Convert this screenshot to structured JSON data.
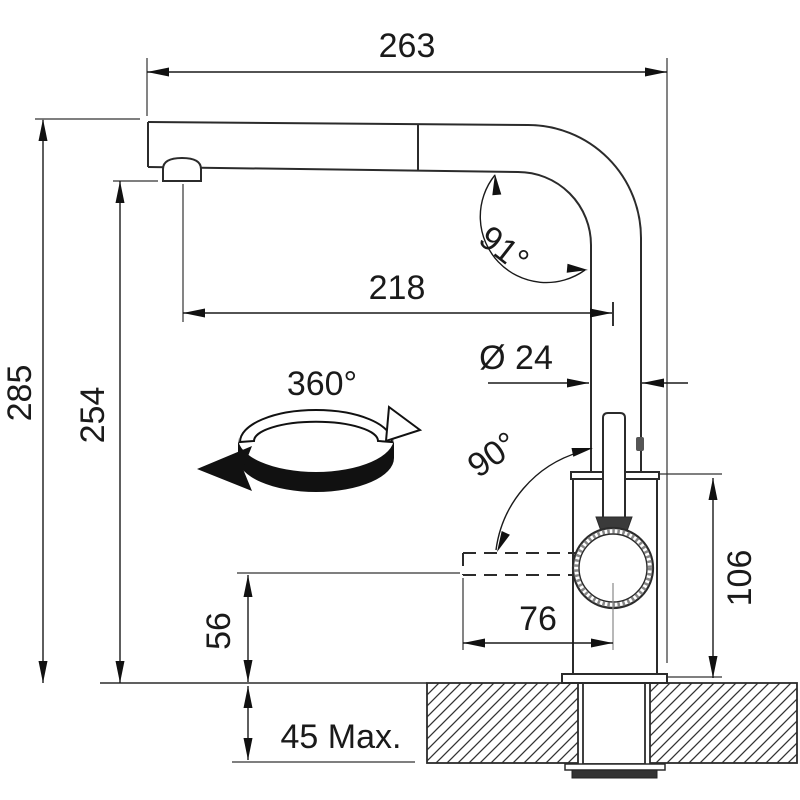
{
  "diagram": {
    "dimensions": {
      "overall_width": "263",
      "overall_height": "285",
      "spout_outlet_height": "254",
      "spout_reach": "218",
      "spout_bend_angle": "91°",
      "pipe_diameter": "Ø 24",
      "swivel_range": "360°",
      "handle_swing_angle": "90°",
      "handle_reach": "76",
      "body_height": "106",
      "handle_clearance": "56",
      "max_counter_thickness": "45 Max."
    },
    "colors": {
      "line": "#2b2b2b",
      "dim_line": "#1a1a1a",
      "dark_fill": "#3a3a3a",
      "background": "#ffffff"
    }
  }
}
